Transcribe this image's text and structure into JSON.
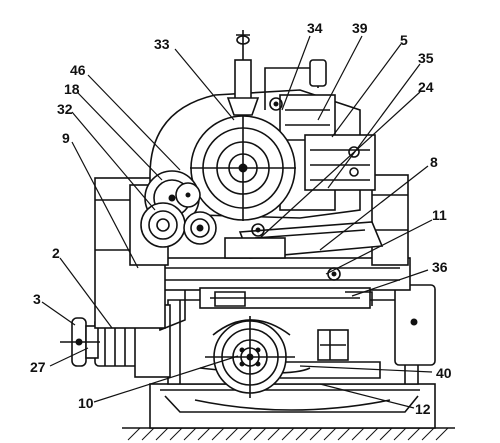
{
  "callouts": [
    {
      "id": "34",
      "label": "34"
    },
    {
      "id": "39",
      "label": "39"
    },
    {
      "id": "33",
      "label": "33"
    },
    {
      "id": "5",
      "label": "5"
    },
    {
      "id": "46",
      "label": "46"
    },
    {
      "id": "35",
      "label": "35"
    },
    {
      "id": "18",
      "label": "18"
    },
    {
      "id": "24",
      "label": "24"
    },
    {
      "id": "32",
      "label": "32"
    },
    {
      "id": "9",
      "label": "9"
    },
    {
      "id": "8",
      "label": "8"
    },
    {
      "id": "11",
      "label": "11"
    },
    {
      "id": "2",
      "label": "2"
    },
    {
      "id": "36",
      "label": "36"
    },
    {
      "id": "3",
      "label": "3"
    },
    {
      "id": "27",
      "label": "27"
    },
    {
      "id": "40",
      "label": "40"
    },
    {
      "id": "10",
      "label": "10"
    },
    {
      "id": "12",
      "label": "12"
    }
  ]
}
